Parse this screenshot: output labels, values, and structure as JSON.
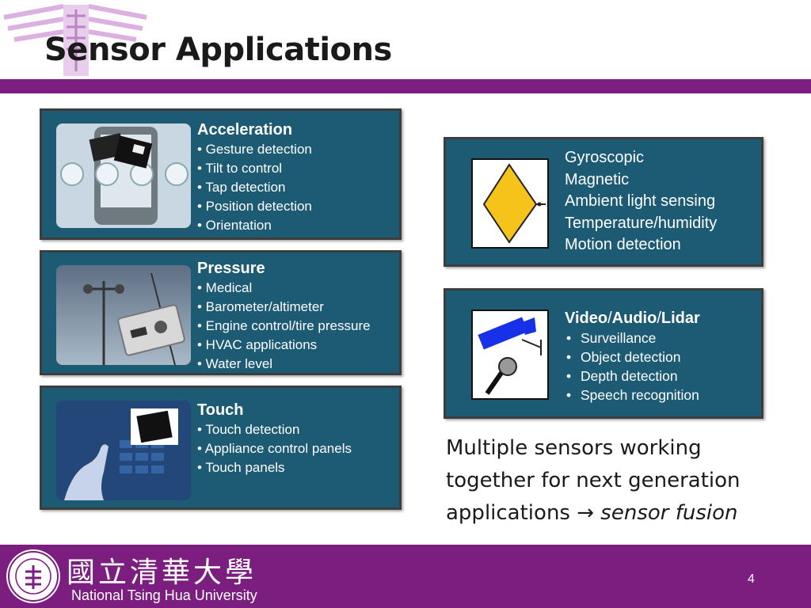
{
  "title": "Sensor Applications",
  "colors": {
    "accent": "#7b1e7f",
    "panel": "#1d5b75"
  },
  "panels": [
    {
      "heading": "Acceleration",
      "items": [
        "• Gesture detection",
        "• Tilt to control",
        "• Tap detection",
        "• Position detection",
        "• Orientation"
      ]
    },
    {
      "heading": "Pressure",
      "items": [
        "• Medical",
        "• Barometer/altimeter",
        "• Engine control/tire pressure",
        "• HVAC applications",
        "• Water level"
      ]
    },
    {
      "heading": "Touch",
      "items": [
        "• Touch detection",
        "• Appliance control panels",
        "• Touch panels"
      ]
    }
  ],
  "sensors_panel": {
    "items": [
      "Gyroscopic",
      "Magnetic",
      "Ambient light sensing",
      "Temperature/humidity",
      "Motion detection"
    ]
  },
  "video_panel": {
    "heading_parts": [
      "Video",
      "/",
      "Audio",
      "/",
      "Lidar"
    ],
    "items": [
      "Surveillance",
      "Object detection",
      "Depth detection",
      "Speech recognition"
    ]
  },
  "fusion": {
    "line1": "Multiple sensors working",
    "line2": "together for next generation",
    "line3": "applications",
    "arrow": "→",
    "emphasis": "sensor fusion"
  },
  "footer": {
    "chinese_name": "國立清華大學",
    "english_name": "National Tsing Hua University",
    "page": "4"
  }
}
